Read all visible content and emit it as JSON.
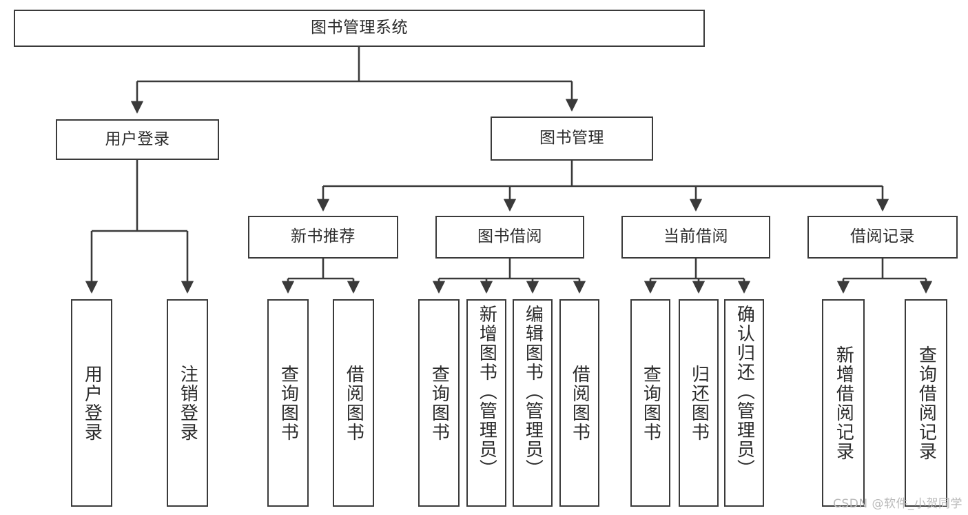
{
  "diagram": {
    "title_text": "图书管理系统",
    "type": "tree-hierarchy",
    "stroke_color": "#3a3a3a",
    "text_color": "#2b2b2b",
    "background_color": "#ffffff",
    "root": {
      "label": "图书管理系统",
      "name": "root-node-book-management-system"
    },
    "level2": [
      {
        "label": "用户登录",
        "name": "node-user-login"
      },
      {
        "label": "图书管理",
        "name": "node-book-management"
      }
    ],
    "level3": [
      {
        "label": "新书推荐",
        "name": "node-new-book-recommendation"
      },
      {
        "label": "图书借阅",
        "name": "node-book-borrowing"
      },
      {
        "label": "当前借阅",
        "name": "node-current-borrowing"
      },
      {
        "label": "借阅记录",
        "name": "node-borrowing-records"
      }
    ],
    "leaves": {
      "user_login": [
        {
          "label": "用户登录",
          "name": "leaf-user-login"
        },
        {
          "label": "注销登录",
          "name": "leaf-logout"
        }
      ],
      "new_book_recommendation": [
        {
          "label": "查询图书",
          "name": "leaf-query-books"
        },
        {
          "label": "借阅图书",
          "name": "leaf-borrow-books"
        }
      ],
      "book_borrowing": [
        {
          "label": "查询图书",
          "name": "leaf-query-books"
        },
        {
          "label": "新增图书（管理员）",
          "name": "leaf-add-book-admin"
        },
        {
          "label": "编辑图书（管理员）",
          "name": "leaf-edit-book-admin"
        },
        {
          "label": "借阅图书",
          "name": "leaf-borrow-books"
        }
      ],
      "current_borrowing": [
        {
          "label": "查询图书",
          "name": "leaf-query-books"
        },
        {
          "label": "归还图书",
          "name": "leaf-return-books"
        },
        {
          "label": "确认归还（管理员）",
          "name": "leaf-confirm-return-admin"
        }
      ],
      "borrowing_records": [
        {
          "label": "新增借阅记录",
          "name": "leaf-add-borrow-record"
        },
        {
          "label": "查询借阅记录",
          "name": "leaf-query-borrow-record"
        }
      ]
    }
  },
  "watermark": {
    "text": "CSDN @软件_小贺同学"
  }
}
